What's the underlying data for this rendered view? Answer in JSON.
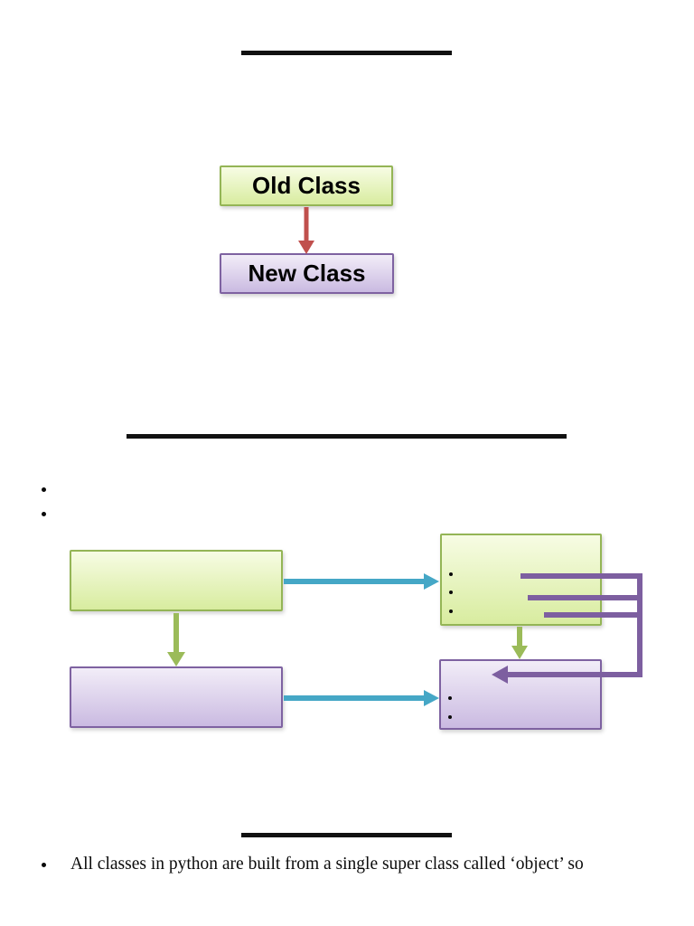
{
  "colors": {
    "line_black": "#111111",
    "green_fill_top": "#f7fce4",
    "green_fill_bottom": "#d8ec9f",
    "green_border": "#94b556",
    "purple_fill_top": "#f2edf8",
    "purple_fill_bottom": "#cabae1",
    "purple_border": "#7e62a1",
    "red_arrow": "#c0504d",
    "green_arrow": "#9bbb59",
    "teal_arrow": "#45a7c6",
    "purple_arrow": "#7d5fa0"
  },
  "slide1": {
    "old_class_label": "Old Class",
    "new_class_label": "New Class"
  },
  "slide3": {
    "bullet_text": "All classes in python are built from a single super class called ‘object’ so"
  }
}
